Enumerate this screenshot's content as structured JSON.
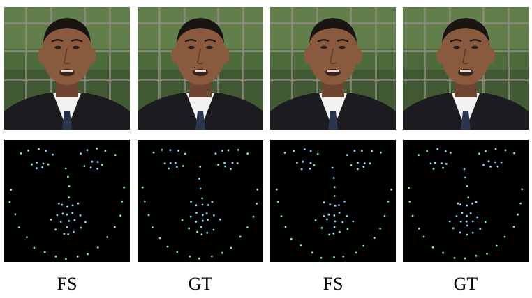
{
  "panels": [
    {
      "caption": "FS"
    },
    {
      "caption": "GT"
    },
    {
      "caption": "FS"
    },
    {
      "caption": "GT"
    }
  ],
  "colors": {
    "background": "#ffffff",
    "landmark_background": "#000000",
    "landmark_point": "#7fe0ff",
    "window_foliage": "#4e6b3c",
    "window_frame": "#8f8f82",
    "suit": "#1c1c20",
    "shirt": "#f2f2f2",
    "skin": "#8a5a3e"
  },
  "icons": {
    "photo": "face-photo-icon",
    "landmarks": "facial-landmarks-icon"
  }
}
